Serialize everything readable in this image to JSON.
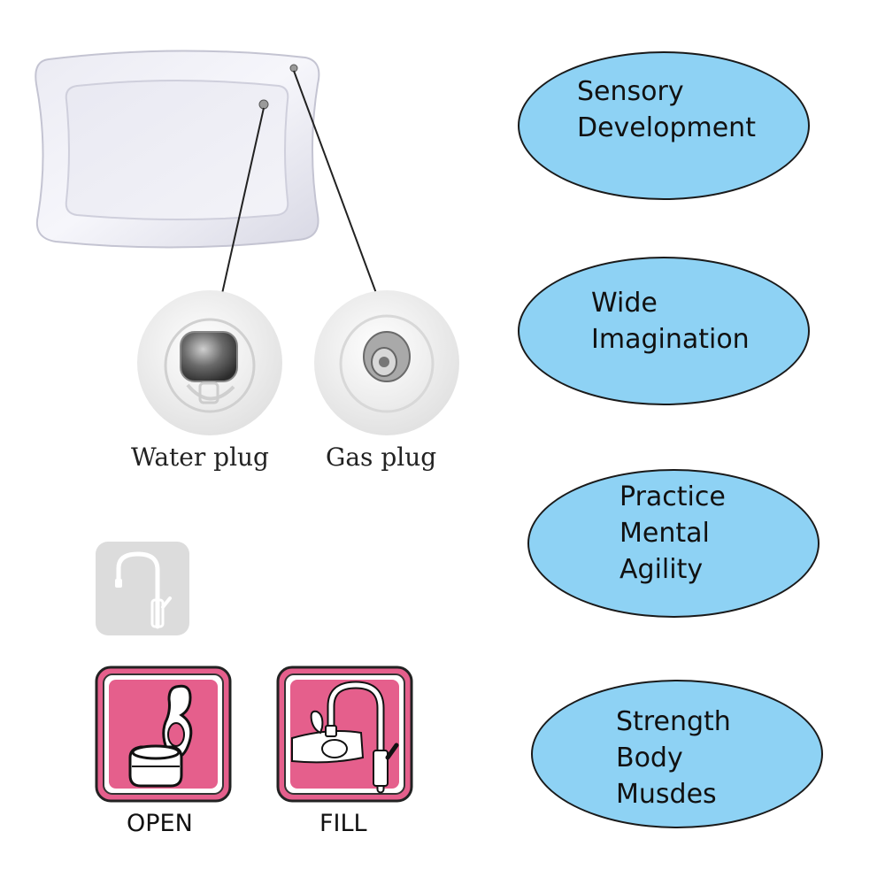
{
  "plugs": {
    "water_label": "Water plug",
    "gas_label": "Gas plug"
  },
  "features": [
    {
      "lines": [
        "Sensory",
        "Development"
      ]
    },
    {
      "lines": [
        "Wide",
        "Imagination"
      ]
    },
    {
      "lines": [
        "Practice",
        "Mental",
        "Agility"
      ]
    },
    {
      "lines": [
        "Strength",
        "Body",
        "Musdes"
      ]
    }
  ],
  "steps": {
    "open_label": "OPEN",
    "fill_label": "FILL"
  },
  "colors": {
    "ellipse_fill": "#8ed2f4",
    "tile_pink": "#e55f8c",
    "tile_gray": "#dcdcdc"
  },
  "icons": {
    "mat": "inflatable-mat-icon",
    "faucet": "faucet-icon",
    "open": "open-valve-icon",
    "fill": "fill-faucet-icon"
  }
}
